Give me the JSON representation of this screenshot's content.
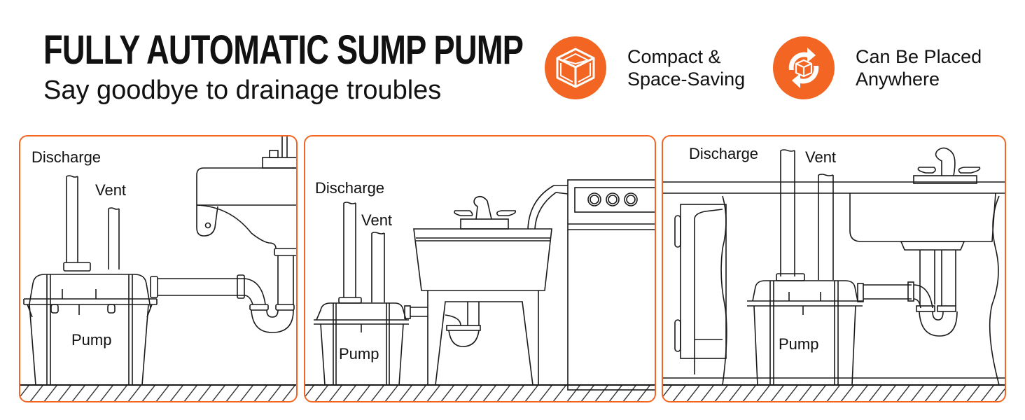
{
  "header": {
    "title": "FULLY AUTOMATIC SUMP PUMP",
    "subtitle": "Say goodbye to drainage troubles"
  },
  "features": [
    {
      "icon": "cube-icon",
      "line1": "Compact &",
      "line2": "Space-Saving"
    },
    {
      "icon": "rotate-cube-icon",
      "line1": "Can Be Placed",
      "line2": "Anywhere"
    }
  ],
  "panels": [
    {
      "scene": "wall-sink",
      "labels": {
        "discharge": "Discharge",
        "vent": "Vent",
        "pump": "Pump"
      }
    },
    {
      "scene": "laundry-tub-and-washer",
      "labels": {
        "discharge": "Discharge",
        "vent": "Vent",
        "pump": "Pump"
      }
    },
    {
      "scene": "under-cabinet-sink",
      "labels": {
        "discharge": "Discharge",
        "vent": "Vent",
        "pump": "Pump"
      }
    }
  ],
  "colors": {
    "accent": "#F26522",
    "line": "#1a1a1a"
  }
}
